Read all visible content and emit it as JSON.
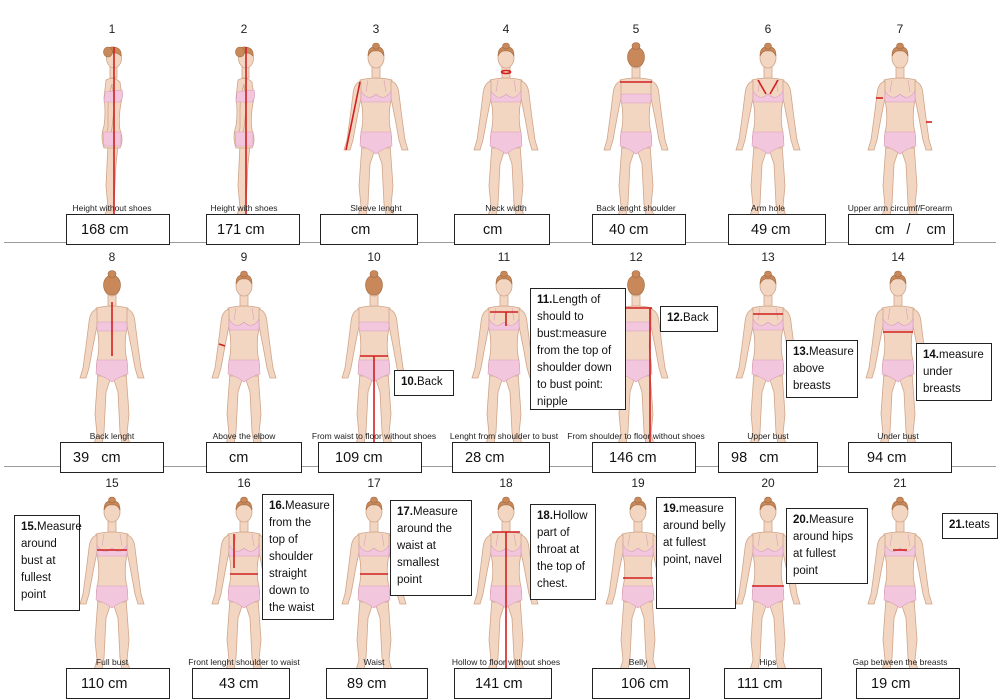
{
  "items": [
    {
      "num": "1",
      "caption": "Height without shoes",
      "value": "168 cm",
      "view": "side",
      "marks": "height-side"
    },
    {
      "num": "2",
      "caption": "Height with shoes",
      "value": "171 cm",
      "view": "side",
      "marks": "height-side"
    },
    {
      "num": "3",
      "caption": "Sleeve lenght",
      "value": "cm",
      "view": "front",
      "marks": "sleeve"
    },
    {
      "num": "4",
      "caption": "Neck width",
      "value": "cm",
      "view": "front",
      "marks": "neck"
    },
    {
      "num": "5",
      "caption": "Back lenght shoulder",
      "value": "40 cm",
      "view": "back",
      "marks": "back-shoulder"
    },
    {
      "num": "6",
      "caption": "Arm hole",
      "value": "49 cm",
      "view": "front",
      "marks": "armhole"
    },
    {
      "num": "7",
      "caption": "Upper arm circumf/Forearm",
      "value": "cm   /    cm",
      "view": "front",
      "marks": "upperarm"
    },
    {
      "num": "8",
      "caption": "Back lenght",
      "value": "39   cm",
      "view": "back",
      "marks": "back-length"
    },
    {
      "num": "9",
      "caption": "Above the elbow",
      "value": "cm",
      "view": "front",
      "marks": "elbow"
    },
    {
      "num": "10",
      "caption": "From waist to floor without shoes",
      "value": "109 cm",
      "view": "back",
      "marks": "waist-floor-back"
    },
    {
      "num": "11",
      "caption": "Lenght from shoulder to bust",
      "value": "28 cm",
      "view": "front",
      "marks": "shoulder-bust"
    },
    {
      "num": "12",
      "caption": "From shoulder to floor without shoes",
      "value": "146 cm",
      "view": "back",
      "marks": "shoulder-floor"
    },
    {
      "num": "13",
      "caption": "Upper bust",
      "value": "98   cm",
      "view": "front",
      "marks": "upper-bust"
    },
    {
      "num": "14",
      "caption": "Under bust",
      "value": "94 cm",
      "view": "front",
      "marks": "under-bust"
    },
    {
      "num": "15",
      "caption": "Full bust",
      "value": "110 cm",
      "view": "front",
      "marks": "full-bust"
    },
    {
      "num": "16",
      "caption": "Front lenght shoulder to waist",
      "value": "43 cm",
      "view": "front",
      "marks": "front-waist"
    },
    {
      "num": "17",
      "caption": "Waist",
      "value": "89 cm",
      "view": "front",
      "marks": "waist"
    },
    {
      "num": "18",
      "caption": "Hollow to floor without shoes",
      "value": "141 cm",
      "view": "front",
      "marks": "hollow-floor"
    },
    {
      "num": "19",
      "caption": "Belly",
      "value": "106 cm",
      "view": "front",
      "marks": "belly"
    },
    {
      "num": "20",
      "caption": "Hips",
      "value": "111 cm",
      "view": "front",
      "marks": "hips"
    },
    {
      "num": "21",
      "caption": "Gap between the breasts",
      "value": "19 cm",
      "view": "front",
      "marks": "teats"
    }
  ],
  "notes": {
    "n10": {
      "bold": "10.",
      "text": "Back"
    },
    "n11": {
      "bold": "11.",
      "text": "Length of should to bust:measure from the top of shoulder down to bust point: nipple"
    },
    "n12": {
      "bold": "12.",
      "text": "Back"
    },
    "n13": {
      "bold": "13.",
      "text": "Measure above breasts"
    },
    "n14": {
      "bold": "14.",
      "text": "measure under breasts"
    },
    "n15": {
      "bold": "15.",
      "text": "Measure around bust at fullest point"
    },
    "n16": {
      "bold": "16.",
      "text": "Measure from the top of shoulder straight down to the waist"
    },
    "n17": {
      "bold": "17.",
      "text": "Measure around the waist at smallest point"
    },
    "n18": {
      "bold": "18.",
      "text": "Hollow part of throat at the top of chest."
    },
    "n19": {
      "bold": "19.",
      "text": "measure around belly at fullest point, navel"
    },
    "n20": {
      "bold": "20.",
      "text": "Measure around hips at fullest point"
    },
    "n21": {
      "bold": "21.",
      "text": "teats"
    }
  },
  "colors": {
    "measure_line": "#d21f1f",
    "skin": "#f3d6c1",
    "underwear": "#f2c7dd",
    "hair": "#c9885a"
  }
}
